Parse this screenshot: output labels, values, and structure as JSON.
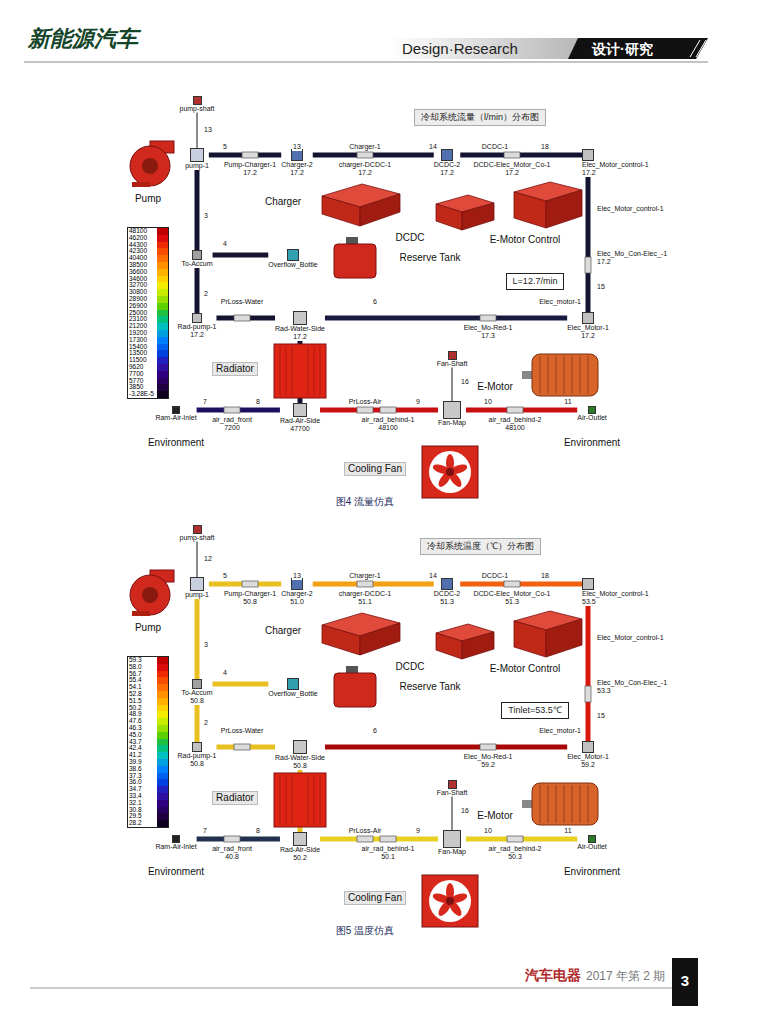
{
  "diagram": {
    "nodes": [
      {
        "text": [
          "冷却系统流量（l/min）分布图"
        ]
      },
      {
        "text": [
          "pump-shaft"
        ]
      },
      {
        "text": [
          "pump-1"
        ]
      },
      {
        "text": [
          "Charger-2",
          "17.2"
        ]
      },
      {
        "text": [
          "DCDC-2",
          "17.2"
        ]
      },
      {
        "text": [
          "Elec_Motor_control-1",
          "17.2"
        ]
      },
      {
        "text": [
          "To-Accum"
        ]
      },
      {
        "text": [
          "Overflow_Bottle"
        ]
      },
      {
        "text": [
          "Rad-pump-1",
          "17.2"
        ]
      },
      {
        "text": [
          "Rad-Water-Side",
          "17.2"
        ]
      },
      {
        "text": [
          "Elec_Motor-1",
          "17.2"
        ]
      },
      {
        "text": [
          "L=12.7/min"
        ]
      },
      {
        "text": [
          "Rad-Air-Side",
          "47700"
        ]
      },
      {
        "text": [
          "Fan-Shaft"
        ]
      },
      {
        "text": [
          "Fan-Map"
        ]
      },
      {
        "text": [
          "Ram-Air-Inlet"
        ]
      },
      {
        "text": [
          "Air-Outlet"
        ]
      },
      {
        "text": [
          "冷却系统温度（℃）分布图"
        ]
      },
      {
        "text": [
          "pump-shaft"
        ]
      },
      {
        "text": [
          "pump-1"
        ]
      },
      {
        "text": [
          "Charger-2",
          "51.0"
        ]
      },
      {
        "text": [
          "DCDC-2",
          "51.3"
        ]
      },
      {
        "text": [
          "Elec_Motor_control-1",
          "53.5"
        ]
      },
      {
        "text": [
          "To-Accum",
          "50.8"
        ]
      },
      {
        "text": [
          "Overflow_Bottle"
        ]
      },
      {
        "text": [
          "Rad-pump-1",
          "50.8"
        ]
      },
      {
        "text": [
          "Rad-Water-Side",
          "50.8"
        ]
      },
      {
        "text": [
          "Elec_Motor-1",
          "59.2"
        ]
      },
      {
        "text": [
          "Tinlet=53.5℃"
        ]
      },
      {
        "text": [
          "Rad-Air-Side",
          "50.2"
        ]
      },
      {
        "text": [
          "Fan-Shaft"
        ]
      },
      {
        "text": [
          "Fan-Map"
        ]
      },
      {
        "text": [
          "Ram-Air-Inlet"
        ]
      },
      {
        "text": [
          "Air-Outlet"
        ]
      }
    ],
    "edges": [
      {
        "from": 1,
        "to": 2,
        "arrow": "none"
      },
      {
        "from": 2,
        "to": 3,
        "arrow": "none"
      },
      {
        "from": 3,
        "to": 4,
        "arrow": "none"
      },
      {
        "from": 4,
        "to": 5,
        "arrow": "none"
      },
      {
        "from": 5,
        "to": 10,
        "arrow": "none"
      },
      {
        "from": 10,
        "to": 9,
        "arrow": "none"
      },
      {
        "from": 9,
        "to": 8,
        "arrow": "none"
      },
      {
        "from": 8,
        "to": 6,
        "arrow": "none"
      },
      {
        "from": 6,
        "to": 2,
        "arrow": "none"
      },
      {
        "from": 6,
        "to": 7,
        "arrow": "none"
      },
      {
        "from": 9,
        "to": 12,
        "arrow": "none"
      },
      {
        "from": 15,
        "to": 12,
        "arrow": "none"
      },
      {
        "from": 12,
        "to": 14,
        "arrow": "none"
      },
      {
        "from": 13,
        "to": 14,
        "arrow": "none"
      },
      {
        "from": 14,
        "to": 16,
        "arrow": "none"
      },
      {
        "from": 18,
        "to": 19,
        "arrow": "none"
      },
      {
        "from": 19,
        "to": 20,
        "arrow": "none"
      },
      {
        "from": 20,
        "to": 21,
        "arrow": "none"
      },
      {
        "from": 21,
        "to": 22,
        "arrow": "none"
      },
      {
        "from": 22,
        "to": 27,
        "arrow": "none"
      },
      {
        "from": 27,
        "to": 26,
        "arrow": "none"
      },
      {
        "from": 26,
        "to": 25,
        "arrow": "none"
      },
      {
        "from": 25,
        "to": 23,
        "arrow": "none"
      },
      {
        "from": 23,
        "to": 19,
        "arrow": "none"
      },
      {
        "from": 23,
        "to": 24,
        "arrow": "none"
      },
      {
        "from": 26,
        "to": 29,
        "arrow": "none"
      },
      {
        "from": 32,
        "to": 29,
        "arrow": "none"
      },
      {
        "from": 29,
        "to": 31,
        "arrow": "none"
      },
      {
        "from": 30,
        "to": 31,
        "arrow": "none"
      },
      {
        "from": 31,
        "to": 33,
        "arrow": "none"
      }
    ],
    "labels": [
      "新能源汽车",
      "Design·Research",
      "设计·研究",
      "13",
      "5",
      "13",
      "Charger-1",
      "14",
      "DCDC-1",
      "18",
      "Pump-Charger-1",
      "17.2",
      "charger-DCDC-1",
      "17.2",
      "DCDC-Elec_Motor_Co-1",
      "17.2",
      "Elec_Motor_control-1",
      "Elec_Mo_Con-Elec_-1",
      "17.2",
      "15",
      "Elec_motor-1",
      "Pump",
      "Charger",
      "DCDC",
      "E-Motor Control",
      "Reserve Tank",
      "3",
      "4",
      "2",
      "PrLoss-Water",
      "6",
      "Elec_Mo-Red-1",
      "17.3",
      "Radiator",
      "E-Motor",
      "16",
      "7",
      "8",
      "PrLoss-Air",
      "9",
      "10",
      "11",
      "air_rad_front",
      "7200",
      "air_rad_behind-1",
      "48100",
      "air_rad_behind-2",
      "48100",
      "Environment",
      "Environment",
      "Cooling Fan",
      "图4 流量仿真",
      "12",
      "5",
      "13",
      "Charger-1",
      "14",
      "DCDC-1",
      "18",
      "Pump-Charger-1",
      "50.8",
      "charger-DCDC-1",
      "51.1",
      "DCDC-Elec_Motor_Co-1",
      "51.3",
      "Elec_Motor_control-1",
      "Elec_Mo_Con-Elec_-1",
      "53.3",
      "15",
      "Elec_motor-1",
      "Pump",
      "Charger",
      "DCDC",
      "E-Motor Control",
      "Reserve Tank",
      "3",
      "4",
      "2",
      "PrLoss-Water",
      "6",
      "Elec_Mo-Red-1",
      "59.2",
      "Radiator",
      "E-Motor",
      "16",
      "7",
      "8",
      "PrLoss-Air",
      "9",
      "10",
      "11",
      "air_rad_front",
      "40.8",
      "air_rad_behind-1",
      "50.1",
      "air_rad_behind-2",
      "50.3",
      "Environment",
      "Environment",
      "Cooling Fan",
      "图5 温度仿真",
      "汽车电器",
      "2017 年第 2 期",
      "3"
    ],
    "legend": [
      {
        "text": "48100",
        "color": "#c00000"
      },
      {
        "text": "46200",
        "color": "#dc0c0c"
      },
      {
        "text": "44300",
        "color": "#ee2a00"
      },
      {
        "text": "42300",
        "color": "#f84c00"
      },
      {
        "text": "40400",
        "color": "#ff6e00"
      },
      {
        "text": "38500",
        "color": "#ff9000"
      },
      {
        "text": "36600",
        "color": "#ffb000"
      },
      {
        "text": "34600",
        "color": "#ffd000"
      },
      {
        "text": "32700",
        "color": "#f4ec00"
      },
      {
        "text": "30800",
        "color": "#c8ec00"
      },
      {
        "text": "28900",
        "color": "#98e000"
      },
      {
        "text": "26900",
        "color": "#5cd000"
      },
      {
        "text": "25000",
        "color": "#20c040"
      },
      {
        "text": "23100",
        "color": "#00c080"
      },
      {
        "text": "21200",
        "color": "#00c0c0"
      },
      {
        "text": "19200",
        "color": "#00a0e0"
      },
      {
        "text": "17300",
        "color": "#0080ff"
      },
      {
        "text": "15400",
        "color": "#0060f0"
      },
      {
        "text": "13500",
        "color": "#0040e0"
      },
      {
        "text": "11500",
        "color": "#2020c0"
      },
      {
        "text": "9620",
        "color": "#3010a0"
      },
      {
        "text": "7700",
        "color": "#300080"
      },
      {
        "text": "5770",
        "color": "#280060"
      },
      {
        "text": "3850",
        "color": "#200040"
      },
      {
        "text": "-3.28E-5",
        "color": "#100020"
      },
      {
        "text": "59.3",
        "color": "#c00000"
      },
      {
        "text": "58.0",
        "color": "#dc0c0c"
      },
      {
        "text": "56.7",
        "color": "#ee2a00"
      },
      {
        "text": "55.4",
        "color": "#f84c00"
      },
      {
        "text": "54.1",
        "color": "#ff6e00"
      },
      {
        "text": "52.8",
        "color": "#ff9000"
      },
      {
        "text": "51.5",
        "color": "#ffb000"
      },
      {
        "text": "50.2",
        "color": "#ffd000"
      },
      {
        "text": "48.9",
        "color": "#f4ec00"
      },
      {
        "text": "47.6",
        "color": "#c8ec00"
      },
      {
        "text": "46.3",
        "color": "#98e000"
      },
      {
        "text": "45.0",
        "color": "#5cd000"
      },
      {
        "text": "43.7",
        "color": "#20c040"
      },
      {
        "text": "42.4",
        "color": "#00c080"
      },
      {
        "text": "41.2",
        "color": "#00c0c0"
      },
      {
        "text": "39.9",
        "color": "#00a0e0"
      },
      {
        "text": "38.6",
        "color": "#0080ff"
      },
      {
        "text": "37.3",
        "color": "#0060f0"
      },
      {
        "text": "36.0",
        "color": "#0040e0"
      },
      {
        "text": "34.7",
        "color": "#2020c0"
      },
      {
        "text": "33.4",
        "color": "#3010a0"
      },
      {
        "text": "32.1",
        "color": "#300080"
      },
      {
        "text": "30.8",
        "color": "#280060"
      },
      {
        "text": "29.5",
        "color": "#200040"
      },
      {
        "text": "28.2",
        "color": "#100020"
      }
    ]
  }
}
